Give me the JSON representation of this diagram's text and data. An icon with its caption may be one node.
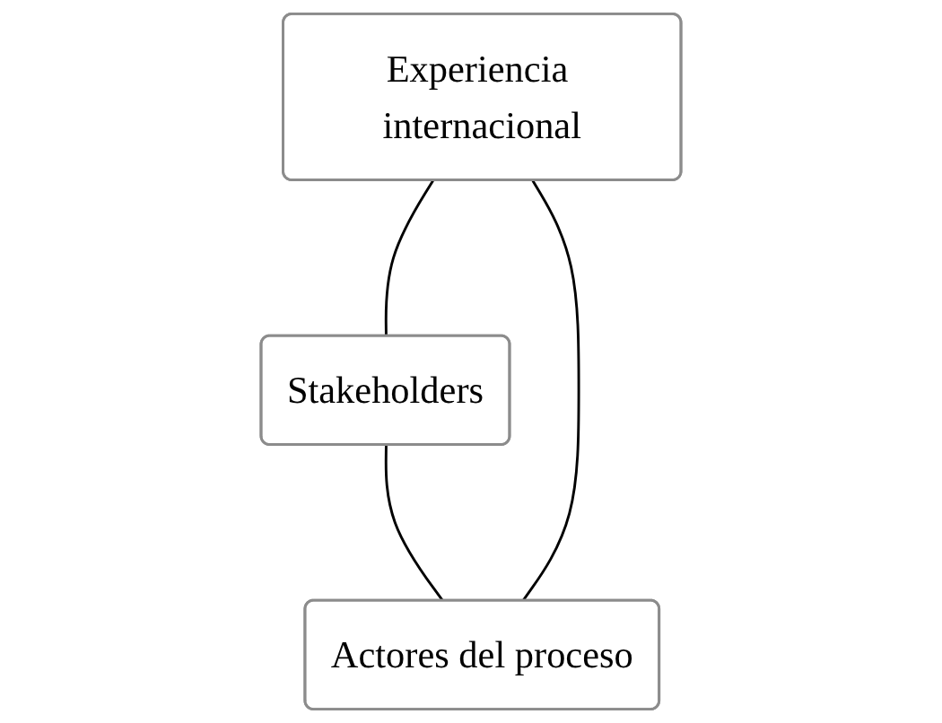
{
  "diagram": {
    "nodes": [
      {
        "text": [
          "Experiencia internacional"
        ]
      },
      {
        "text": [
          "Actores del proceso"
        ]
      },
      {
        "text": [
          "Stakeholders"
        ]
      }
    ],
    "edges": [
      {
        "from": 0,
        "to": 2,
        "arrow": "none"
      },
      {
        "from": 2,
        "to": 1,
        "arrow": "none"
      },
      {
        "from": 1,
        "to": 0,
        "arrow": "none"
      }
    ]
  }
}
